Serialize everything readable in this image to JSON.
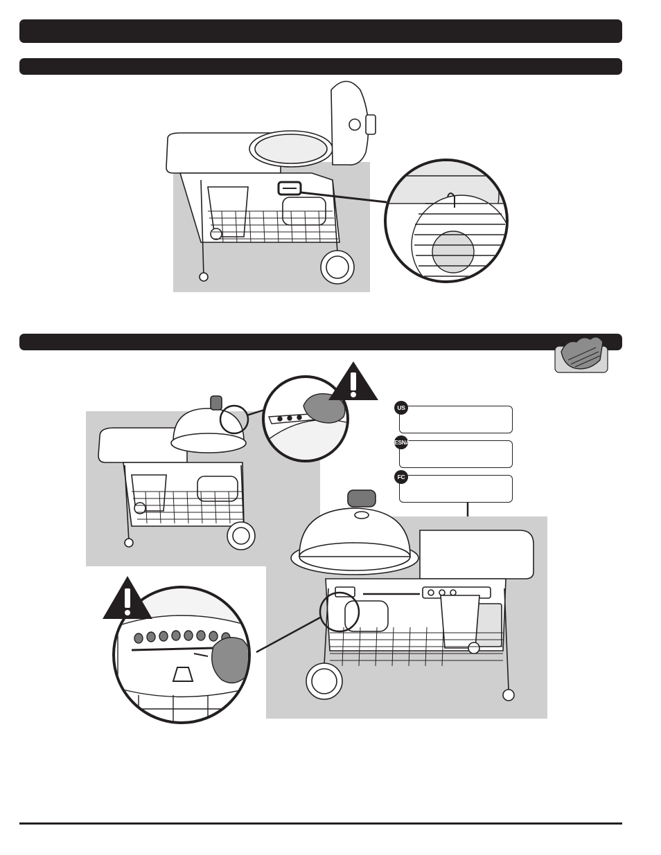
{
  "regions": [
    {
      "code": "US"
    },
    {
      "code": "ESNA"
    },
    {
      "code": "FC"
    }
  ],
  "icons": {
    "warning": "warning-triangle-icon",
    "glove": "barbecue-mitt-icon"
  },
  "colors": {
    "bar": "#231f20",
    "panel": "#cfcfcf"
  }
}
